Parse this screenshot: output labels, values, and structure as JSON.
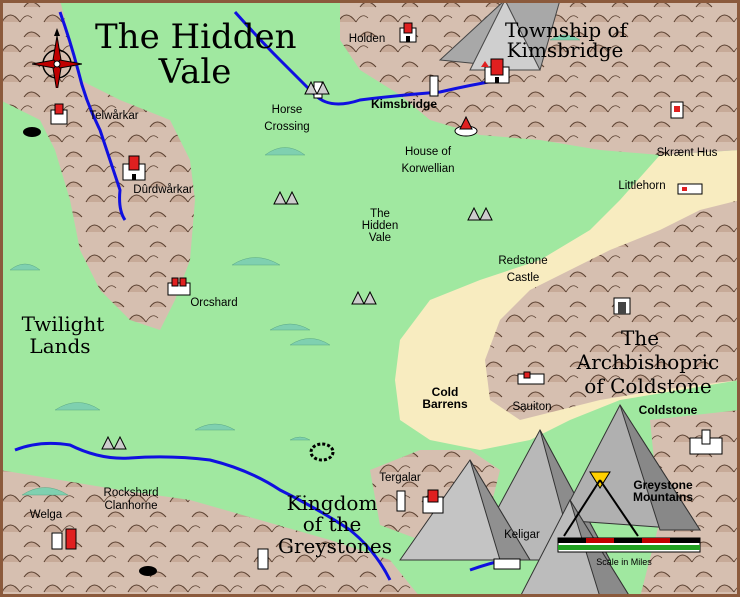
{
  "title": {
    "line1": "The Hidden",
    "line2": "Vale"
  },
  "colors": {
    "meadow": "#a0e8a0",
    "hills": "#d6bfb0",
    "barrens": "#f8ecc0",
    "mountain": "#a8a8a8",
    "river": "#1010e0",
    "frame": "#8b5a3c"
  },
  "regions": {
    "township": {
      "line1": "Township of",
      "line2": "Kimsbridge"
    },
    "twilight": {
      "line1": "Twilight",
      "line2": "Lands"
    },
    "archbishopric": {
      "line1": "The",
      "line2": "Archbishopric",
      "line3": "of Coldstone"
    },
    "kingdom": {
      "line1": "Kingdom",
      "line2": "of the",
      "line3": "Greystones"
    }
  },
  "places": {
    "holden": "Holden",
    "horse_crossing_1": "Horse",
    "horse_crossing_2": "Crossing",
    "kimsbridge": "Kimsbridge",
    "telwarkar": "Telwårkar",
    "durdwarkar": "Dûrdwårkar",
    "korwellian_1": "House of",
    "korwellian_2": "Korwellian",
    "skraent": "Skrænt Hus",
    "littlehorn": "Littlehorn",
    "vale_1": "The",
    "vale_2": "Hidden",
    "vale_3": "Vale",
    "redstone_1": "Redstone",
    "redstone_2": "Castle",
    "orcshard": "Orcshard",
    "cold_barrens_1": "Cold",
    "cold_barrens_2": "Barrens",
    "sauiton": "Sauiton",
    "coldstone": "Coldstone",
    "greystone_mtn_1": "Greystone",
    "greystone_mtn_2": "Mountains",
    "tergalar": "Tergalar",
    "rockshard_1": "Rockshard",
    "rockshard_2": "Clanhorne",
    "welga": "Welga",
    "keligar": "Keligar"
  },
  "scale": {
    "label": "Scale in Miles"
  },
  "icons": [
    "compass-rose-icon",
    "castle-icon",
    "tower-icon",
    "tent-camp-icon",
    "stone-circle-icon",
    "cave-icon",
    "house-icon"
  ]
}
